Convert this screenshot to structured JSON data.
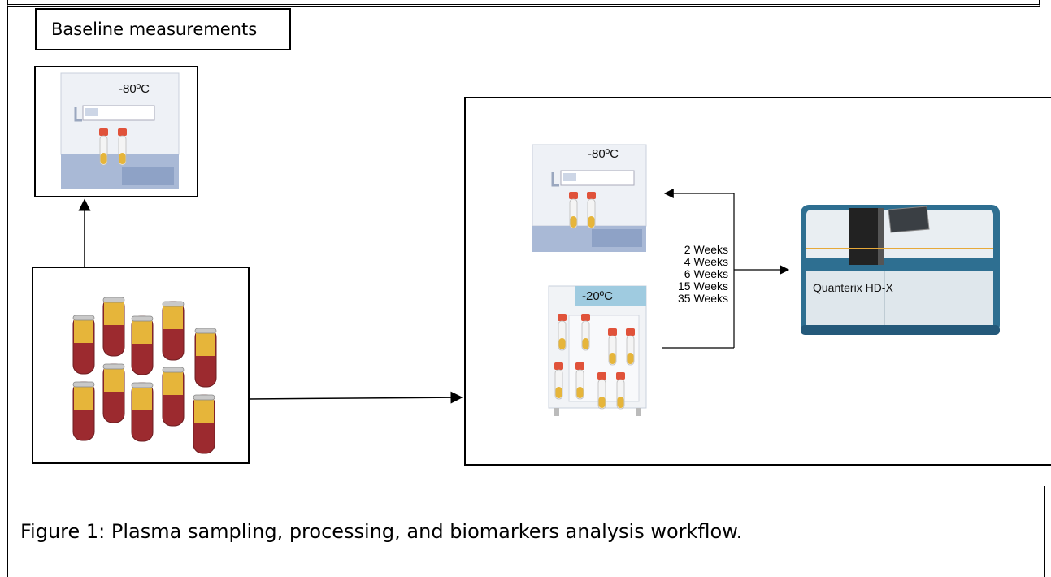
{
  "baseline": {
    "title": "Baseline measurements"
  },
  "freezer_baseline": {
    "temp": "-80ºC"
  },
  "freezer_storage_80": {
    "temp": "-80ºC"
  },
  "freezer_storage_20": {
    "temp": "-20ºC"
  },
  "timepoints": [
    "2 Weeks",
    "4 Weeks",
    "6 Weeks",
    "15 Weeks",
    "35 Weeks"
  ],
  "instrument": {
    "label": "Quanterix HD-X"
  },
  "caption": "Figure 1: Plasma sampling, processing, and biomarkers analysis workflow.",
  "colors": {
    "plasma": "#e6b53a",
    "blood": "#9c2a2f",
    "cap": "#e0523a",
    "freezer_body": "#e9edf3",
    "freezer_base": "#a9b9d6",
    "instrument_teal": "#2e6f91"
  }
}
